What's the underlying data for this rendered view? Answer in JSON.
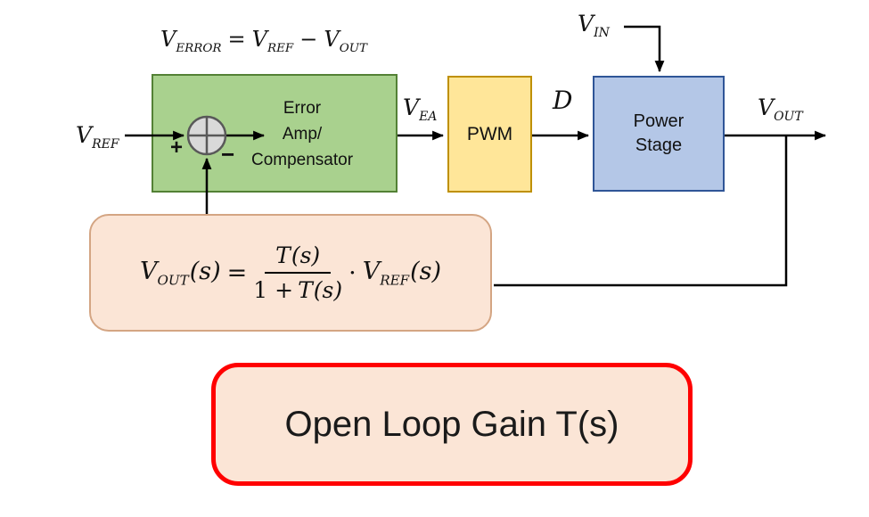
{
  "top_equation": {
    "v1": "V",
    "s1": "ERROR",
    "op1": "=",
    "v2": "V",
    "s2": "REF",
    "op2": "−",
    "v3": "V",
    "s3": "OUT"
  },
  "signals": {
    "vref": {
      "base": "V",
      "sub": "REF"
    },
    "vea": {
      "base": "V",
      "sub": "EA"
    },
    "duty": {
      "label": "D"
    },
    "vin": {
      "base": "V",
      "sub": "IN"
    },
    "vout": {
      "base": "V",
      "sub": "OUT"
    }
  },
  "summing_junction": {
    "plus": "+",
    "minus": "−"
  },
  "blocks": {
    "error_amp": {
      "line1": "Error",
      "line2": "Amp/",
      "line3": "Compensator"
    },
    "pwm": {
      "label": "PWM"
    },
    "power_stage": {
      "line1": "Power",
      "line2": "Stage"
    }
  },
  "feedback_equation": {
    "lhs_base": "V",
    "lhs_sub": "OUT",
    "lhs_arg": "(s)",
    "equals": "=",
    "num_base": "T",
    "num_arg": "(s)",
    "den_prefix": "1 +",
    "den_base": "T",
    "den_arg": "(s)",
    "dot": "·",
    "rhs_base": "V",
    "rhs_sub": "REF",
    "rhs_arg": "(s)"
  },
  "callout": {
    "text": "Open Loop Gain T(s)"
  },
  "colors": {
    "error_amp_fill": "#a9d18e",
    "error_amp_border": "#538135",
    "pwm_fill": "#ffe699",
    "pwm_border": "#bf9000",
    "power_stage_fill": "#b4c7e7",
    "power_stage_border": "#2f5597",
    "formula_fill": "#fbe5d6",
    "formula_border": "#d4a583",
    "callout_fill": "#fbe5d6",
    "callout_border": "#ff0000",
    "summing_fill": "#d9d9d9",
    "summing_border": "#595959",
    "wire": "#000000"
  }
}
